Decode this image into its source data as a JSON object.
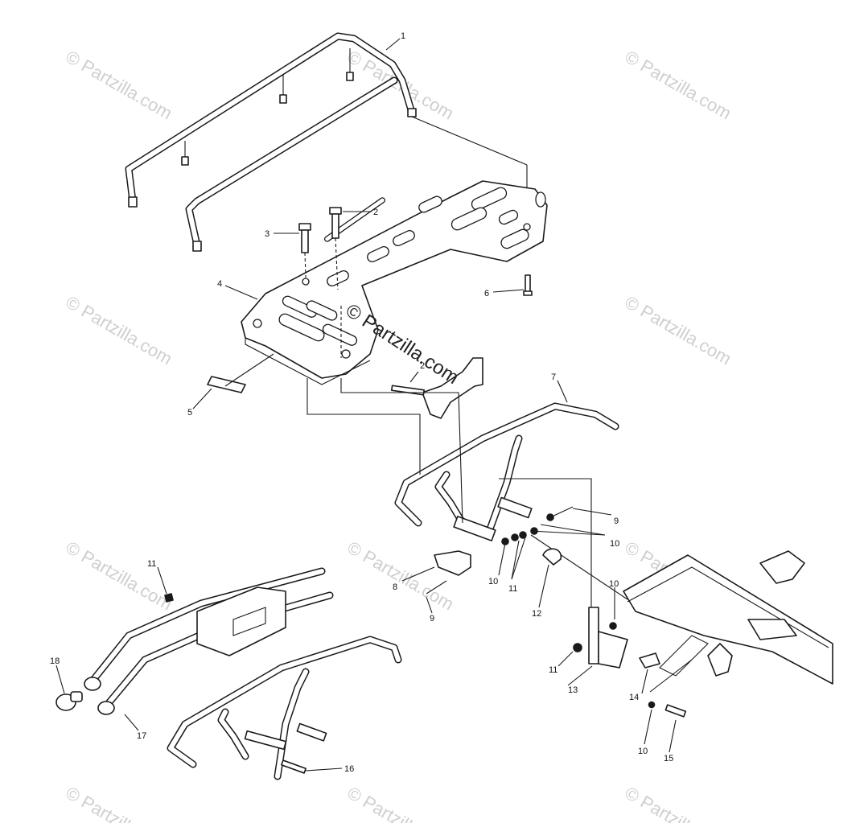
{
  "diagram": {
    "watermark_text": "© Partzilla.com",
    "center_watermark_text": "© Partzilla.com",
    "callouts": [
      "1",
      "2",
      "3",
      "4",
      "5",
      "6",
      "2",
      "7",
      "9",
      "10",
      "10",
      "11",
      "12",
      "8",
      "9",
      "10",
      "11",
      "13",
      "14",
      "10",
      "15",
      "11",
      "18",
      "17",
      "16"
    ],
    "colors": {
      "line": "#1a1a1a",
      "watermark": "#cfcfcf",
      "background": "#ffffff"
    }
  }
}
